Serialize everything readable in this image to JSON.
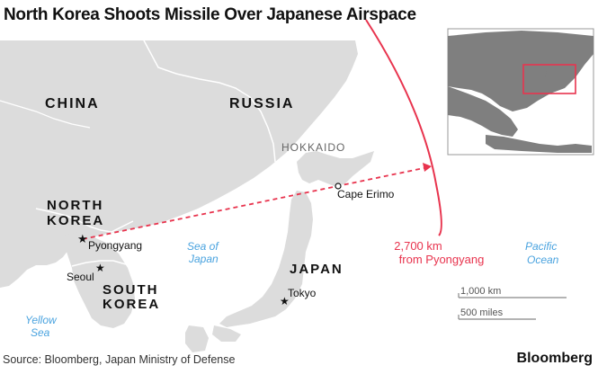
{
  "title": "North Korea Shoots Missile Over Japanese Airspace",
  "labels": {
    "china": "CHINA",
    "russia": "RUSSIA",
    "hokkaido": "HOKKAIDO",
    "north_korea_1": "NORTH",
    "north_korea_2": "KOREA",
    "south_korea_1": "SOUTH",
    "south_korea_2": "KOREA",
    "japan": "JAPAN",
    "sea_of_japan_1": "Sea of",
    "sea_of_japan_2": "Japan",
    "pacific_1": "Pacific",
    "pacific_2": "Ocean",
    "yellow_sea_1": "Yellow",
    "yellow_sea_2": "Sea"
  },
  "places": {
    "pyongyang": "Pyongyang",
    "seoul": "Seoul",
    "tokyo": "Tokyo",
    "cape_erimo": "Cape Erimo"
  },
  "range": {
    "distance": "2,700 km",
    "from": "from Pyongyang"
  },
  "scale": {
    "km": "1,000 km",
    "miles": "500 miles"
  },
  "source": "Source: Bloomberg, Japan Ministry of Defense",
  "brand": "Bloomberg",
  "colors": {
    "land": "#dcdcdc",
    "sea": "#ffffff",
    "border": "#ffffff",
    "missile": "#e8344e",
    "water_label": "#4aa3df",
    "text": "#111111"
  }
}
